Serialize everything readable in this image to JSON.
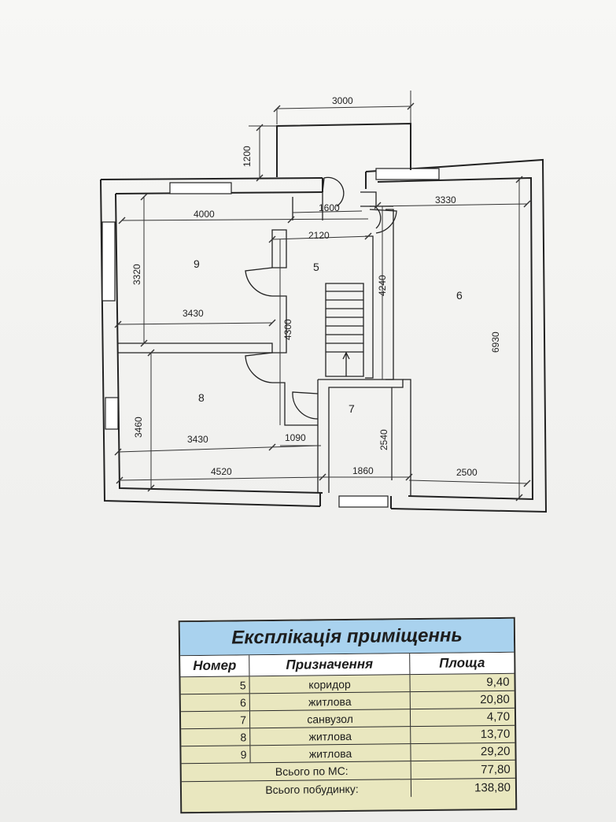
{
  "plan": {
    "dimensions": {
      "d3000": "3000",
      "d1200": "1200",
      "d4000": "4000",
      "d1600": "1600",
      "d3330": "3330",
      "d2120": "2120",
      "d3320": "3320",
      "d4240": "4240",
      "d3430a": "3430",
      "d4300": "4300",
      "d6930": "6930",
      "d3460": "3460",
      "d3430b": "3430",
      "d1090": "1090",
      "d2540": "2540",
      "d4520": "4520",
      "d1860": "1860",
      "d2500": "2500"
    },
    "rooms": {
      "r5": "5",
      "r6": "6",
      "r7": "7",
      "r8": "8",
      "r9": "9"
    }
  },
  "explication": {
    "title": "Експлікація приміщеннь",
    "headers": {
      "number": "Номер",
      "purpose": "Призначення",
      "area": "Площа"
    },
    "rows": [
      {
        "number": "5",
        "purpose": "коридор",
        "area": "9,40"
      },
      {
        "number": "6",
        "purpose": "житлова",
        "area": "20,80"
      },
      {
        "number": "7",
        "purpose": "санвузол",
        "area": "4,70"
      },
      {
        "number": "8",
        "purpose": "житлова",
        "area": "13,70"
      },
      {
        "number": "9",
        "purpose": "житлова",
        "area": "29,20"
      }
    ],
    "total_floor_label": "Всього по МС:",
    "total_floor_value": "77,80",
    "total_building_label": "Всього побудинку:",
    "total_building_value": "138,80"
  }
}
